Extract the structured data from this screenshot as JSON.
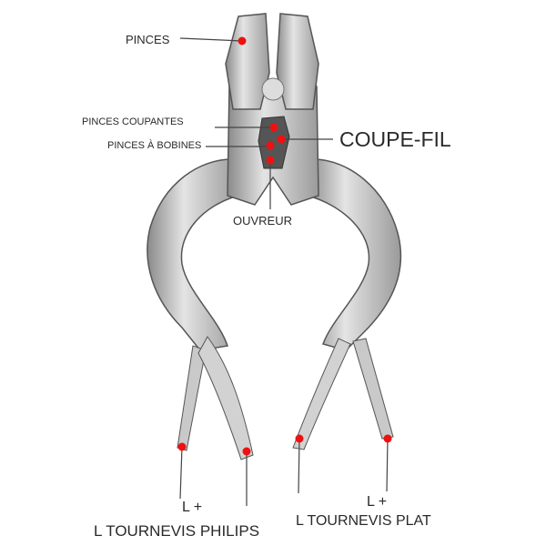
{
  "labels": {
    "pinces": "PINCES",
    "pinces_coupantes": "PINCES COUPANTES",
    "pinces_a_bobines": "PINCES À BOBINES",
    "coupe_fil": "COUPE-FIL",
    "ouvreur": "OUVREUR",
    "philips_prefix": "L +",
    "philips": "L TOURNEVIS PHILIPS",
    "plat_prefix": "L +",
    "plat": "L TOURNEVIS PLAT"
  },
  "colors": {
    "marker": "#ee1111",
    "leader": "#444444",
    "steel": "#b8b8b8"
  }
}
